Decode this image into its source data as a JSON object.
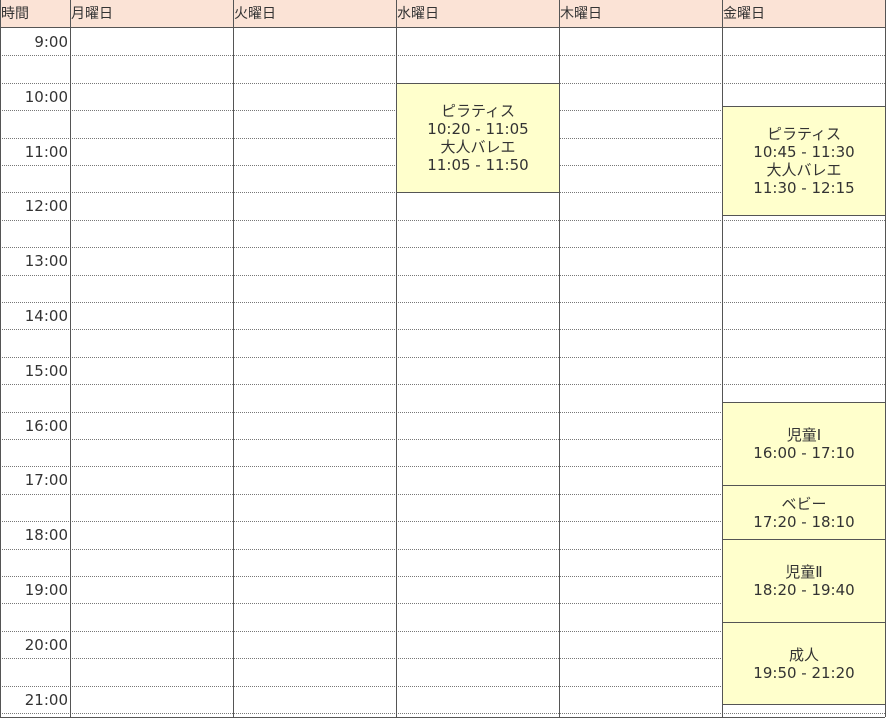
{
  "header": {
    "time_label": "時間",
    "days": [
      "月曜日",
      "火曜日",
      "水曜日",
      "木曜日",
      "金曜日"
    ]
  },
  "times": [
    "9:00",
    "10:00",
    "11:00",
    "12:00",
    "13:00",
    "14:00",
    "15:00",
    "16:00",
    "17:00",
    "18:00",
    "19:00",
    "20:00",
    "21:00"
  ],
  "events": [
    {
      "day": 2,
      "start": "10:00",
      "end": "12:00",
      "lines": [
        "ピラティス",
        "10:20 - 11:05",
        "大人バレエ",
        "11:05 - 11:50"
      ]
    },
    {
      "day": 4,
      "start": "10:25",
      "end": "12:25",
      "lines": [
        "ピラティス",
        "10:45 - 11:30",
        "大人バレエ",
        "11:30 - 12:15"
      ]
    },
    {
      "day": 4,
      "start": "15:50",
      "end": "17:20",
      "lines": [
        "児童Ⅰ",
        "16:00 - 17:10"
      ]
    },
    {
      "day": 4,
      "start": "17:20",
      "end": "18:20",
      "lines": [
        "ベビー",
        "17:20 - 18:10"
      ]
    },
    {
      "day": 4,
      "start": "18:20",
      "end": "19:50",
      "lines": [
        "児童Ⅱ",
        "18:20 - 19:40"
      ]
    },
    {
      "day": 4,
      "start": "19:50",
      "end": "21:20",
      "lines": [
        "成人",
        "19:50 - 21:20"
      ]
    }
  ],
  "colors": {
    "header_bg": "#fbe3d6",
    "event_bg": "#ffffcc",
    "grid_line": "#555555",
    "text": "#333333"
  }
}
